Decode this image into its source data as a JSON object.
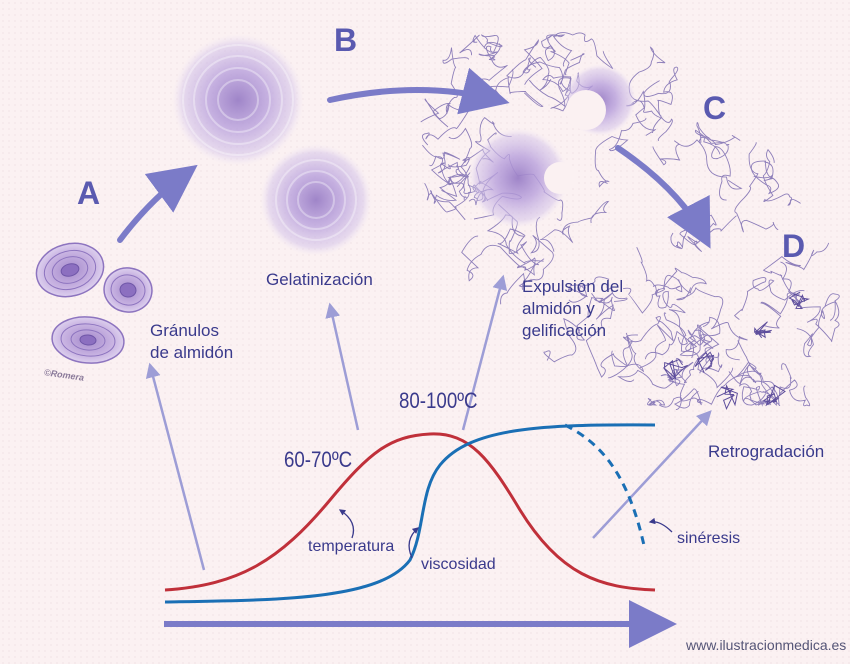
{
  "labels": {
    "A": "A",
    "B": "B",
    "C": "C",
    "D": "D",
    "granulos": "Gránulos\nde almidón",
    "gelatinizacion": "Gelatinización",
    "expulsion": "Expulsión del\nalmidón y\ngelificación",
    "retrogradacion": "Retrogradación",
    "temp1": "60-70ºC",
    "temp2": "80-100ºC",
    "temperatura": "temperatura",
    "viscosidad": "viscosidad",
    "sineresis": "sinéresis",
    "signature": "©Romera",
    "website": "www.ilustracionmedica.es"
  },
  "colors": {
    "temperature_curve": "#c0303a",
    "viscosity_curve": "#1a6fb5",
    "arrow": "#7b7bc8",
    "granule": "#a98fce",
    "label": "#3a3a8c"
  }
}
